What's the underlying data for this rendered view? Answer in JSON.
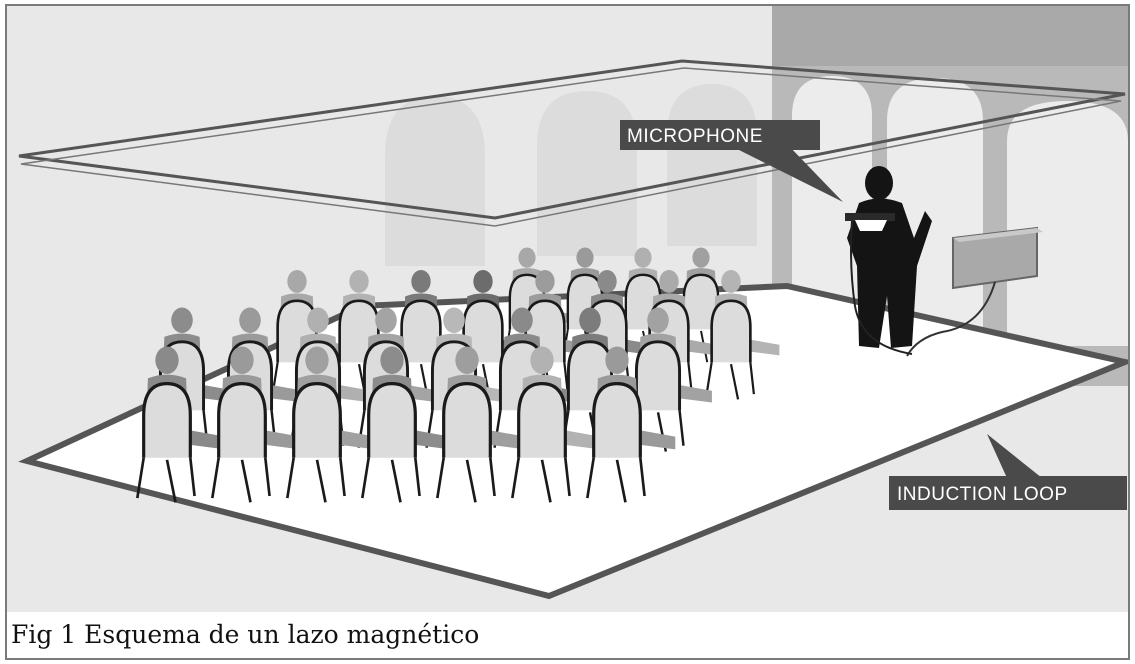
{
  "labels": {
    "microphone": "MICROPHONE",
    "induction_loop": "INDUCTION LOOP"
  },
  "caption": "Fig 1 Esquema de un lazo magnético",
  "colors": {
    "background": "#e6e6e6",
    "wall": "#c4c4c4",
    "label_bg": "#4a4a4a",
    "loop_line": "#555555",
    "speaker": "#141414"
  }
}
